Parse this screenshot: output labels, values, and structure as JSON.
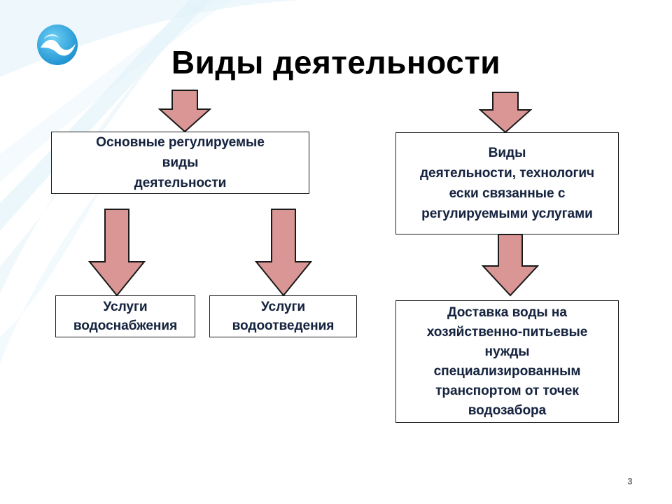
{
  "slide": {
    "title": "Виды деятельности",
    "page_number": "3"
  },
  "boxes": {
    "main_regulated": "Основные регулируемые\nвиды\nдеятельности",
    "water_supply": "Услуги\nводоснабжения",
    "water_disposal": "Услуги\nводоотведения",
    "related_activities": "Виды\nдеятельности, технологич\nески связанные с\nрегулируемыми услугами",
    "water_delivery": "Доставка воды на\nхозяйственно-питьевые\nнужды\nспециализированным\nтранспортом от точек\nводозабора"
  },
  "colors": {
    "arrow_fill": "#d99694",
    "arrow_stroke": "#1a1a1a",
    "box_text": "#15233f",
    "logo_blue": "#2aa8df"
  },
  "icons": {
    "logo": "water-wave-logo-icon",
    "arrow": "down-arrow-icon"
  }
}
